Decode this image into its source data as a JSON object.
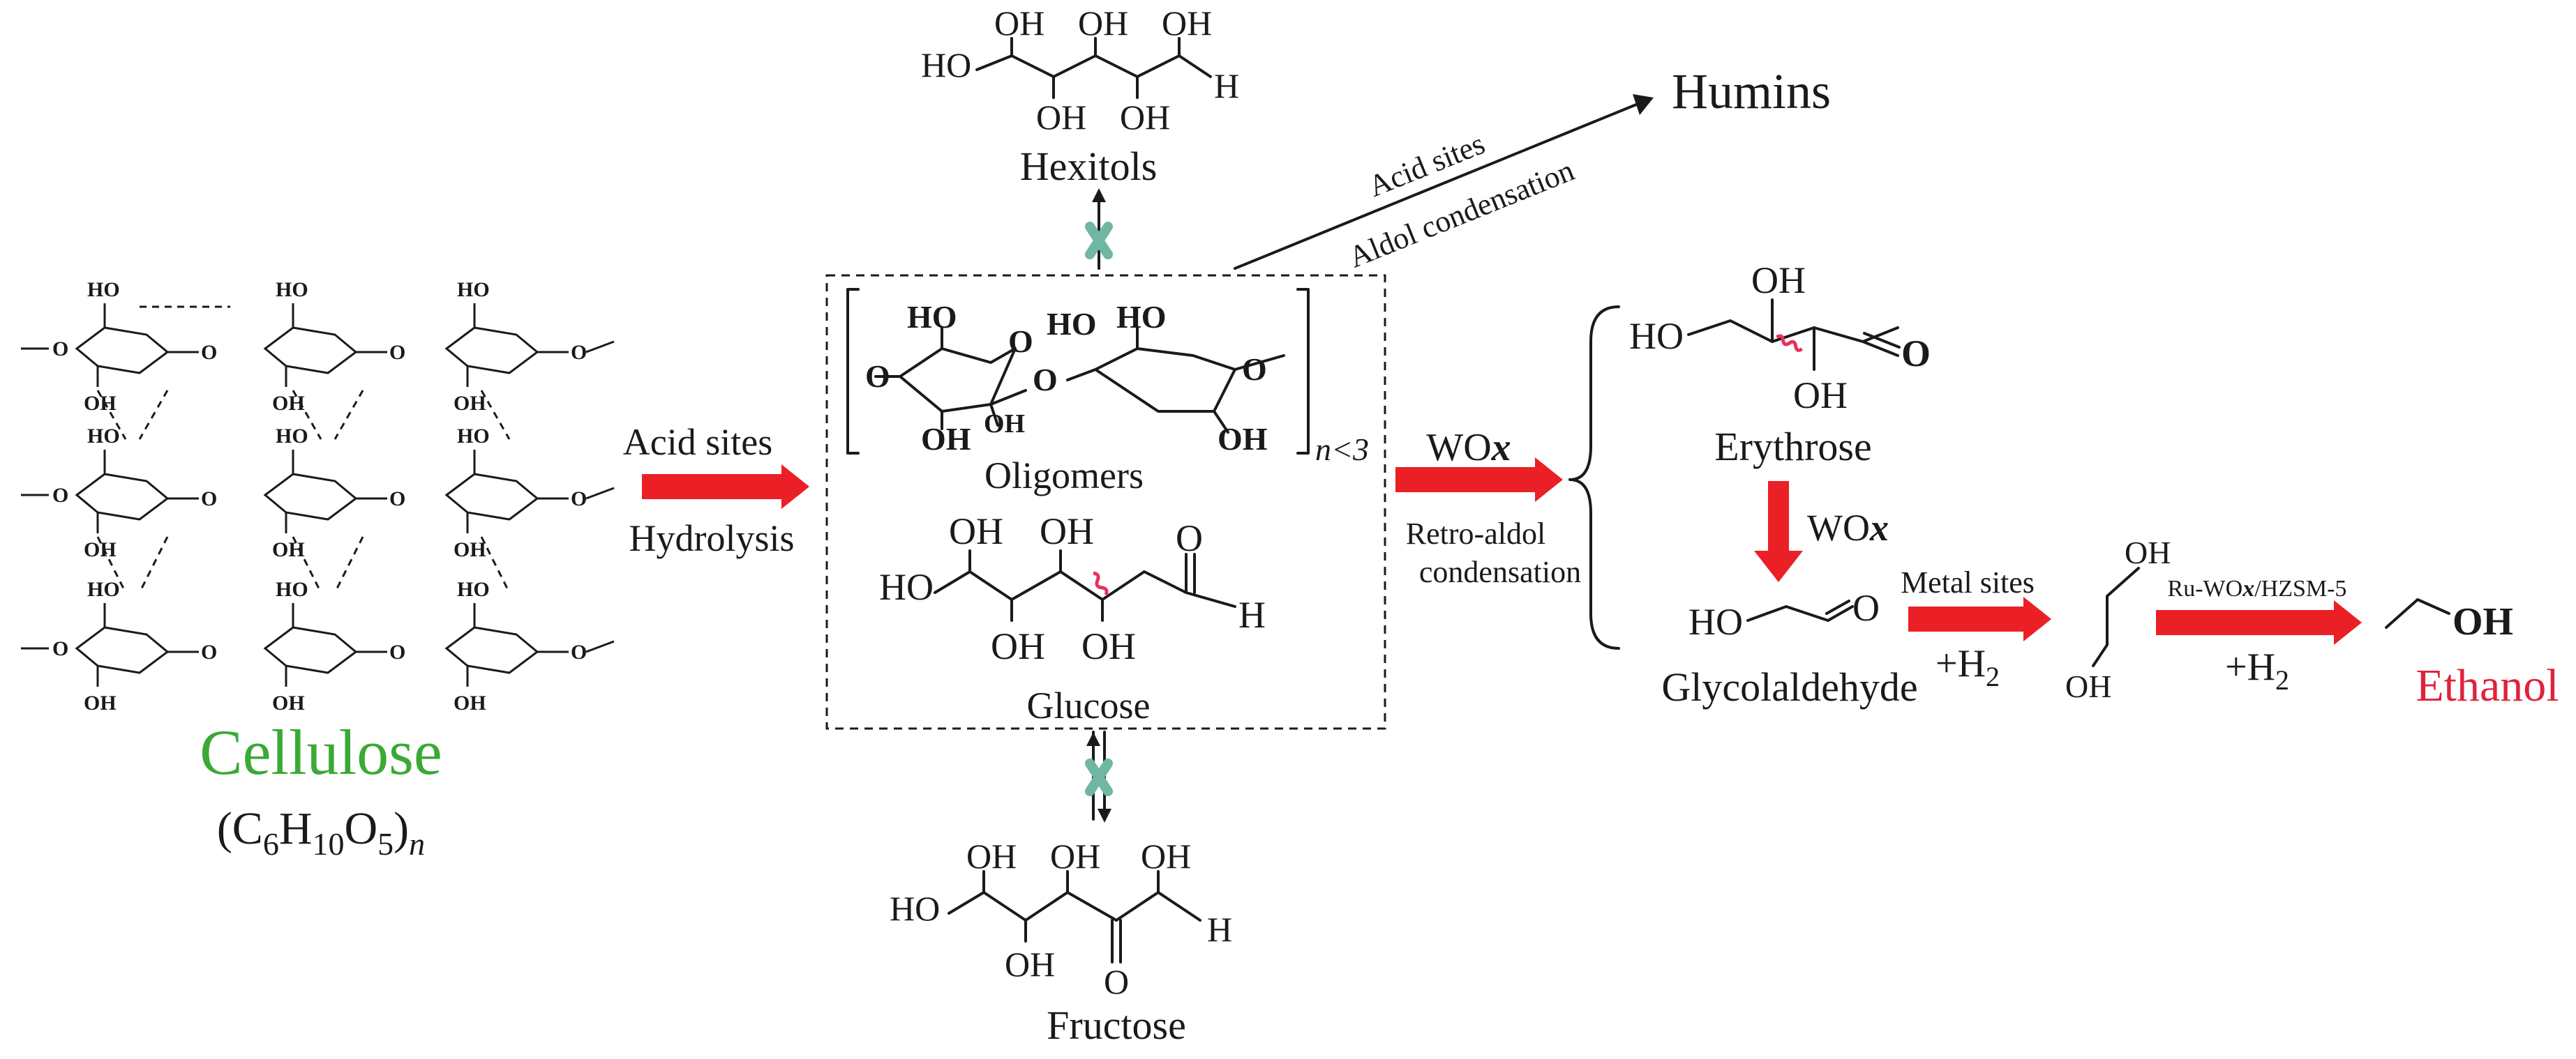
{
  "cellulose": {
    "name": "Cellulose",
    "formula_parts": [
      "(C",
      "6",
      "H",
      "10",
      "O",
      "5",
      ")",
      "n"
    ],
    "oh_label": "HO",
    "oh_label2": "OH",
    "o_label": "O",
    "name_color": "#3aa935"
  },
  "step1": {
    "reagent": "Acid sites",
    "process": "Hydrolysis"
  },
  "oligomers": {
    "name": "Oligomers",
    "subscript": "n<3"
  },
  "glucose": {
    "name": "Glucose"
  },
  "hexitols": {
    "name": "Hexitols"
  },
  "fructose": {
    "name": "Fructose"
  },
  "humins": {
    "name": "Humins",
    "reagent": "Acid sites",
    "process": "Aldol condensation"
  },
  "step2": {
    "reagent_a": "WO",
    "reagent_b": "x",
    "process_1": "Retro-aldol",
    "process_2": "condensation"
  },
  "erythrose": {
    "name": "Erythrose"
  },
  "step3": {
    "reagent_a": "WO",
    "reagent_b": "x"
  },
  "glycolaldehyde": {
    "name": "Glycolaldehyde"
  },
  "step4": {
    "reagent": "Metal sites",
    "h2_a": "+H",
    "h2_b": "2"
  },
  "ethylene_glycol": {
    "oh_top": "OH",
    "oh_bottom": "OH"
  },
  "step5": {
    "reagent_a": "Ru-WO",
    "reagent_b": "x",
    "reagent_c": "/HZSM-5",
    "h2_a": "+H",
    "h2_b": "2"
  },
  "ethanol": {
    "name": "Ethanol",
    "oh": "OH",
    "name_color": "#e0223a"
  },
  "labels": {
    "HO": "HO",
    "OH": "OH",
    "O": "O",
    "H": "H"
  },
  "colors": {
    "arrow_red": "#ea2026",
    "block_x": "#6fb7a3",
    "bond_break": "#e8315a"
  }
}
